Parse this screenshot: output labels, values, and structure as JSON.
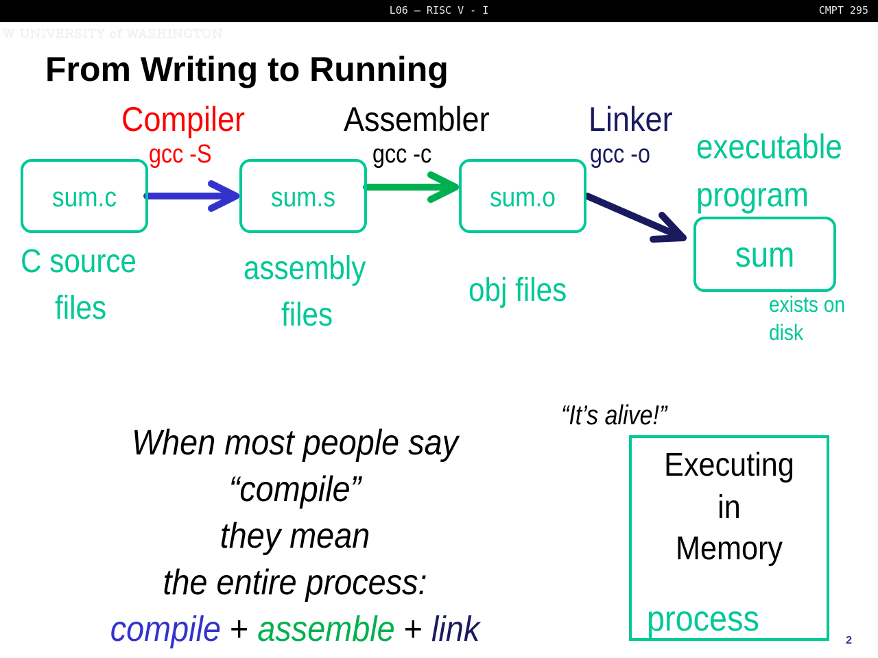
{
  "header": {
    "lecture": "L06 – RISC V - I",
    "course": "CMPT 295",
    "logo_text": "W UNIVERSITY of WASHINGTON"
  },
  "slide": {
    "title": "From Writing to Running",
    "page_number": "2"
  },
  "pipeline": {
    "stages": [
      {
        "tool": "Compiler",
        "command": "gcc -S",
        "color": "#ff0000",
        "arrow_color": "#3333cc"
      },
      {
        "tool": "Assembler",
        "command": "gcc -c",
        "color": "#000000",
        "arrow_color": "#00b050"
      },
      {
        "tool": "Linker",
        "command": "gcc -o",
        "color": "#1a1a5e",
        "arrow_color": "#1a1a5e"
      }
    ],
    "files": [
      {
        "name": "sum.c",
        "caption_line1": "C source",
        "caption_line2": "files"
      },
      {
        "name": "sum.s",
        "caption_line1": "assembly",
        "caption_line2": "files"
      },
      {
        "name": "sum.o",
        "caption_line1": "obj files",
        "caption_line2": ""
      },
      {
        "name": "sum",
        "heading_line1": "executable",
        "heading_line2": "program",
        "note_line1": "exists on",
        "note_line2": "disk"
      }
    ]
  },
  "summary": {
    "line1": "When most people say “compile”",
    "line2": "they mean",
    "line3": "the entire process:",
    "compile": "compile",
    "plus": "+",
    "assemble": "assemble",
    "link": "link"
  },
  "process": {
    "quote": "“It’s alive!”",
    "line1": "Executing",
    "line2": "in",
    "line3": "Memory",
    "label": "process"
  },
  "colors": {
    "teal": "#00c896",
    "compile_blue": "#3333cc",
    "assemble_green": "#00b050",
    "link_navy": "#1a1a5e",
    "compiler_red": "#ff0000"
  }
}
